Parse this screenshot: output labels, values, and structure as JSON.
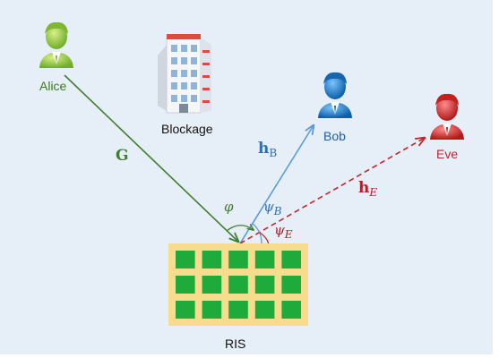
{
  "nodes": {
    "alice": "Alice",
    "blockage": "Blockage",
    "bob": "Bob",
    "eve": "Eve",
    "ris": "RIS"
  },
  "channels": {
    "g": "G",
    "hb_main": "h",
    "hb_sub": "B",
    "he_main": "h",
    "he_sub": "E"
  },
  "angles": {
    "phi": "φ",
    "psib_main": "ψ",
    "psib_sub": "B",
    "psie_main": "ψ",
    "psie_sub": "E"
  },
  "colors": {
    "background": "#e6eef8",
    "alice": "#8cc63f",
    "bob": "#1f78c8",
    "eve": "#d62828",
    "g_link": "#3f7f2f",
    "hb_link": "#5b9bd5",
    "he_link": "#c0262d",
    "ris_frame": "#f7dc8e",
    "ris_element": "#1faa3c"
  },
  "icons": [
    "user-icon",
    "building-icon"
  ],
  "ris_grid": {
    "rows": 3,
    "cols": 5
  }
}
